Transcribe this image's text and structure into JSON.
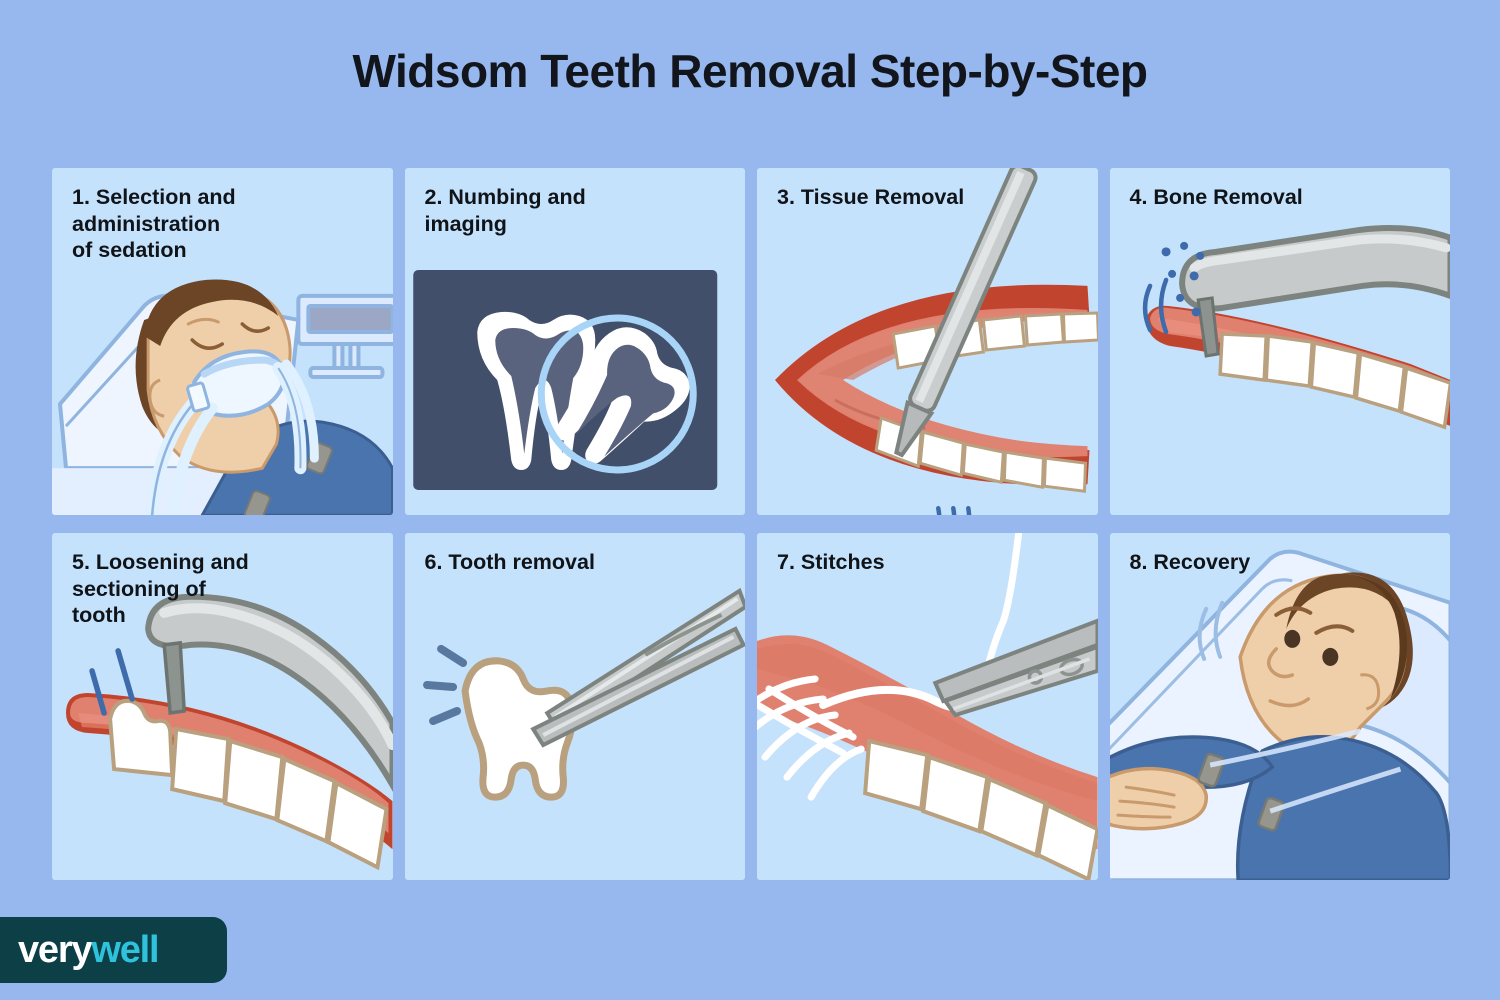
{
  "header": {
    "title": "Widsom Teeth Removal Step-by-Step"
  },
  "colors": {
    "background": "#96b8ef",
    "card": "#c5e2fc",
    "title_text": "#12161c",
    "xray_panel": "#424f6b",
    "gum_red": "#e08170",
    "gum_dark_red": "#c1452e",
    "tooth_white": "#ffffff",
    "tooth_outline": "#b9a07e",
    "metal_gray": "#b9bcbc",
    "metal_outline": "#7d8480",
    "skin": "#efcfa9",
    "hair_brown": "#6b4526",
    "scrubs_blue": "#4a74ad",
    "pillow": "#e8f2ff",
    "logo_bg": "#0d3f46",
    "logo_accent": "#2ec2dd"
  },
  "steps": [
    {
      "number": "1.",
      "label": "1. Selection and\nadministration\nof sedation",
      "illustration": "sedated-patient-with-oxygen-mask"
    },
    {
      "number": "2.",
      "label": "2. Numbing and\nimaging",
      "illustration": "dental-xray-impacted-wisdom-tooth"
    },
    {
      "number": "3.",
      "label": "3. Tissue Removal",
      "illustration": "open-mouth-with-scalpel"
    },
    {
      "number": "4.",
      "label": "4. Bone Removal",
      "illustration": "dental-drill-over-gumline"
    },
    {
      "number": "5.",
      "label": "5. Loosening and\nsectioning of\ntooth",
      "illustration": "drill-sectioning-tooth"
    },
    {
      "number": "6.",
      "label": "6. Tooth removal",
      "illustration": "forceps-gripping-extracted-tooth"
    },
    {
      "number": "7.",
      "label": "7. Stitches",
      "illustration": "sutured-gum-with-needle-holder"
    },
    {
      "number": "8.",
      "label": "8. Recovery",
      "illustration": "patient-resting-awake-in-bed"
    }
  ],
  "logo": {
    "primary": "very",
    "accent": "well"
  }
}
